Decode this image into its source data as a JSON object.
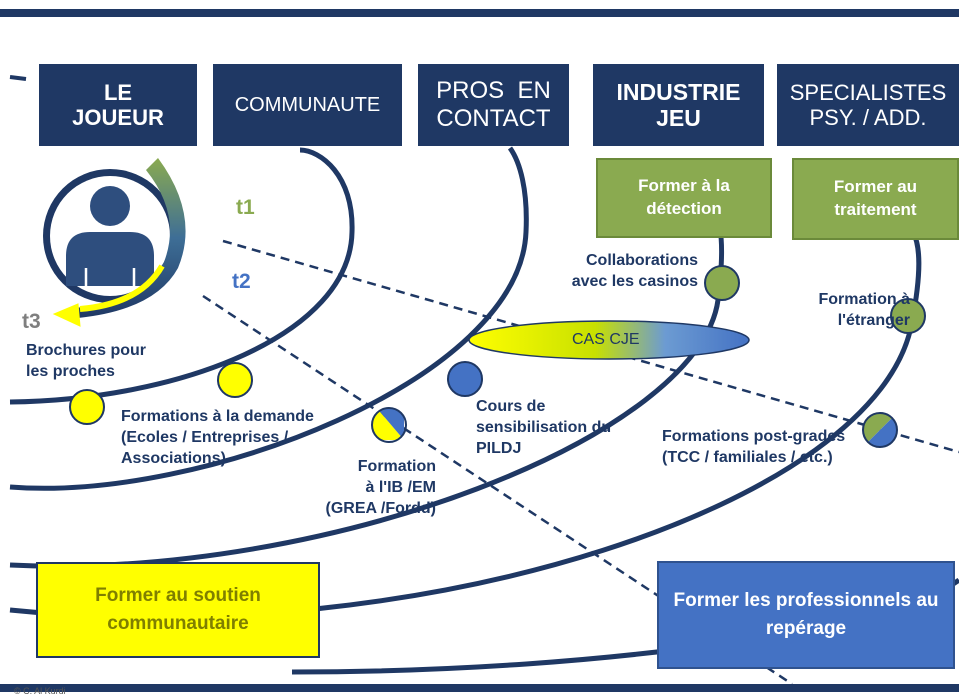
{
  "headers": {
    "joueur": [
      "LE",
      "JOUEUR"
    ],
    "communaute": [
      "COMMUNAUTE"
    ],
    "pros": [
      "PROS  EN",
      "CONTACT"
    ],
    "industrie": [
      "INDUSTRIE",
      "JEU"
    ],
    "specialistes": [
      "SPECIALISTES",
      "PSY. / ADD."
    ]
  },
  "time_labels": {
    "t1": "t1",
    "t2": "t2",
    "t3": "t3"
  },
  "green_boxes": {
    "detection": [
      "Former à la",
      "détection"
    ],
    "traitement": [
      "Former au",
      "traitement"
    ]
  },
  "labels": {
    "brochures": [
      "Brochures pour",
      "les proches"
    ],
    "formations_demande": [
      "Formations à la demande",
      "(Ecoles / Entreprises /",
      "Associations)"
    ],
    "formation_ib": [
      "Formation",
      "à l'IB /EM",
      "(GREA /Fordd)"
    ],
    "cours": [
      "Cours de",
      "sensibilisation du",
      "PILDJ"
    ],
    "collaborations": [
      "Collaborations",
      "avec les casinos"
    ],
    "etranger": [
      "Formation à",
      "l'étranger"
    ],
    "post_grades": [
      "Formations post-grades",
      "(TCC / familiales / etc.)"
    ],
    "cas_cje": "CAS CJE"
  },
  "bottom_boxes": {
    "soutien": [
      "Former au soutien",
      "communautaire"
    ],
    "reperage": [
      "Former les professionnels au",
      "repérage"
    ]
  },
  "credit": "© C. Al Kurdi",
  "colors": {
    "navy": "#1f3864",
    "green": "#8aaa50",
    "yellow": "#ffff00",
    "blue": "#4472c4",
    "t1": "#8aaa50",
    "t2": "#4472c4",
    "t3": "#7f7f7f"
  }
}
